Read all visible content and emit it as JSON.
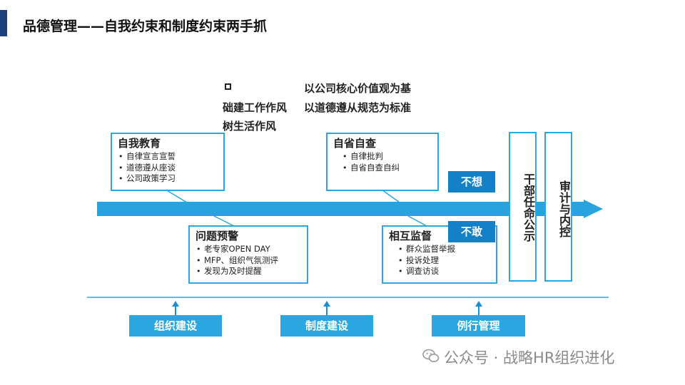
{
  "title": "品德管理——自我约束和制度约束两手抓",
  "top_left": {
    "line1": "础建工作作风",
    "line2": "树生活作风"
  },
  "top_right": {
    "line1": "以公司核心价值观为基",
    "line2": "以道德遵从规范为标准"
  },
  "cards": {
    "self_education": {
      "title": "自我教育",
      "items": [
        "自律宣言宣誓",
        "道德遵从座谈",
        "公司政策学习"
      ]
    },
    "problem_warning": {
      "title": "问题预警",
      "items": [
        "老专家OPEN DAY",
        "MFP、组织气氛测评",
        "发现为及时提醒"
      ]
    },
    "self_check": {
      "title": "自省自查",
      "items": [
        "自律批判",
        "自省自查自纠"
      ]
    },
    "mutual_supervision": {
      "title": "相互监督",
      "items": [
        "群众监督举报",
        "投诉处理",
        "调查访谈"
      ]
    }
  },
  "badges": {
    "dont_want": "不想",
    "dont_dare": "不敢"
  },
  "vertical_boxes": {
    "appointment": "干部任命公示",
    "audit": "审计与内控"
  },
  "bottom_pills": {
    "org": "组织建设",
    "system": "制度建设",
    "routine": "例行管理"
  },
  "watermark": "公众号 · 战略HR组织进化",
  "colors": {
    "title_bar": "#1f3f7a",
    "accent": "#2aa7e0",
    "badge": "#1480c7"
  }
}
